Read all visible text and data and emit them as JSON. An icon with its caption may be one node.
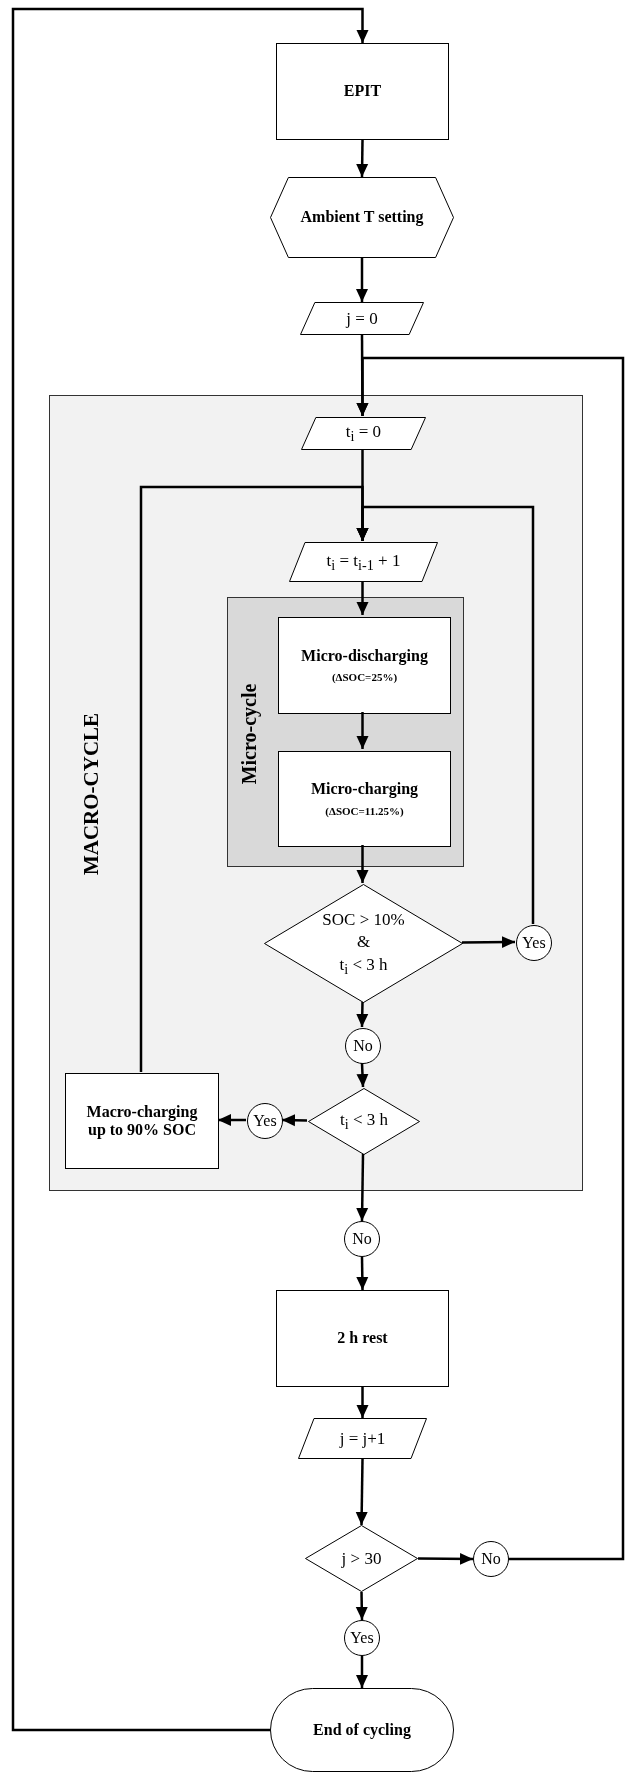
{
  "diagram": {
    "nodes": [
      {
        "text": [
          "EPIT"
        ]
      },
      {
        "text": [
          "Ambient T setting"
        ]
      },
      {
        "text": [
          "j = 0"
        ]
      },
      {
        "text": [
          "MACRO-CYCLE"
        ]
      },
      {
        "text": [
          "t$_{i}$ = 0"
        ],
        "in": 3
      },
      {
        "text": [
          "t$_{i}$ = t$_{i-1}$ + 1"
        ],
        "in": 3
      },
      {
        "text": [
          "Micro-cycle"
        ],
        "in": 3
      },
      {
        "text": [
          "Micro-discharging",
          "(ΔSOC=25%)"
        ],
        "in": 6
      },
      {
        "text": [
          "Micro-charging",
          "(ΔSOC=11.25%)"
        ],
        "in": 6
      },
      {
        "text": [
          "SOC > 10%",
          "&",
          "t$_{i}$ < 3 h"
        ],
        "in": 3
      },
      {
        "text": [
          "Yes"
        ],
        "in": 3
      },
      {
        "text": [
          "No"
        ],
        "in": 3
      },
      {
        "text": [
          "t$_{i}$ < 3 h"
        ],
        "in": 3
      },
      {
        "text": [
          "Yes"
        ],
        "in": 3
      },
      {
        "text": [
          "Macro-charging up to 90% SOC"
        ],
        "in": 3
      },
      {
        "text": [
          "No"
        ]
      },
      {
        "text": [
          "2 h rest"
        ]
      },
      {
        "text": [
          "j = j+1"
        ]
      },
      {
        "text": [
          "j > 30"
        ]
      },
      {
        "text": [
          "No"
        ]
      },
      {
        "text": [
          "Yes"
        ]
      },
      {
        "text": [
          "End of cycling"
        ]
      }
    ],
    "edges": [
      {
        "from": 21,
        "to": 0,
        "arrow": "to"
      },
      {
        "from": 0,
        "to": 1,
        "arrow": "to"
      },
      {
        "from": 1,
        "to": 2,
        "arrow": "to"
      },
      {
        "from": 2,
        "to": 4,
        "arrow": "to"
      },
      {
        "from": 19,
        "to": 4,
        "arrow": "to"
      },
      {
        "from": 4,
        "to": 5,
        "arrow": "to"
      },
      {
        "from": 14,
        "to": 5,
        "arrow": "to"
      },
      {
        "from": 10,
        "to": 5,
        "arrow": "to"
      },
      {
        "from": 5,
        "to": 7,
        "arrow": "to"
      },
      {
        "from": 7,
        "to": 8,
        "arrow": "to"
      },
      {
        "from": 8,
        "to": 9,
        "arrow": "to"
      },
      {
        "from": 9,
        "to": 10,
        "arrow": "to"
      },
      {
        "from": 9,
        "to": 11,
        "arrow": "to"
      },
      {
        "from": 11,
        "to": 12,
        "arrow": "to"
      },
      {
        "from": 12,
        "to": 13,
        "arrow": "to"
      },
      {
        "from": 13,
        "to": 14,
        "arrow": "to"
      },
      {
        "from": 12,
        "to": 15,
        "arrow": "to"
      },
      {
        "from": 15,
        "to": 16,
        "arrow": "to"
      },
      {
        "from": 16,
        "to": 17,
        "arrow": "to"
      },
      {
        "from": 17,
        "to": 18,
        "arrow": "to"
      },
      {
        "from": 18,
        "to": 19,
        "arrow": "to"
      },
      {
        "from": 18,
        "to": 20,
        "arrow": "to"
      },
      {
        "from": 20,
        "to": 21,
        "arrow": "to"
      }
    ]
  }
}
